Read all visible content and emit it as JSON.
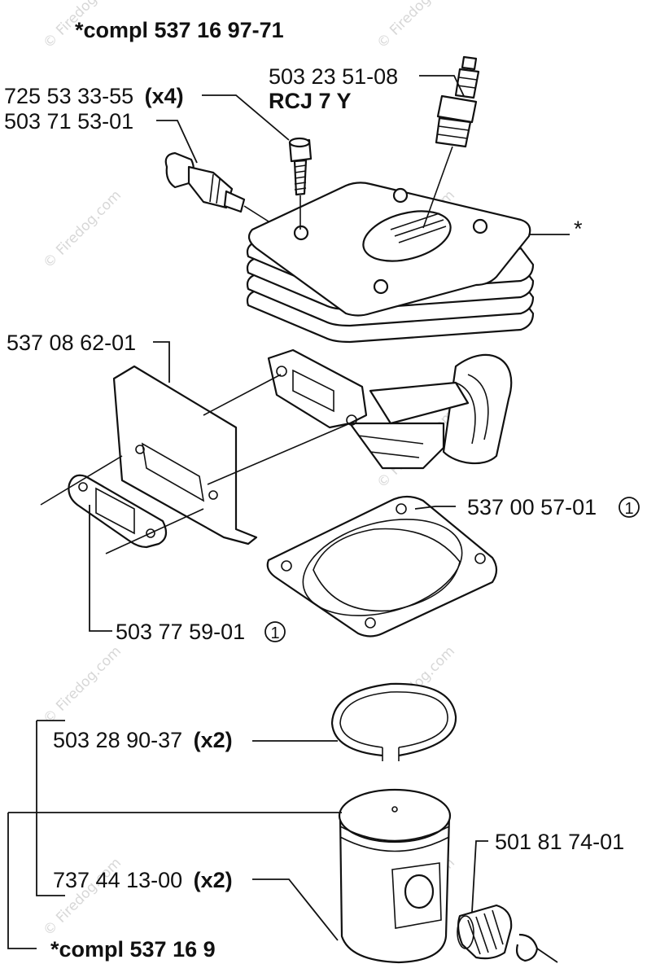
{
  "labels": {
    "cylinder_compl": "*compl 537 16 97-71",
    "screw_num": "725 53 33-55",
    "screw_qty": "(x4)",
    "decomp_valve": "503 71 53-01",
    "spark_plug": "503 23 51-08",
    "spark_plug_type": "RCJ 7 Y",
    "asterisk": "*",
    "heat_shield": "537 08 62-01",
    "base_gasket": "537 00 57-01",
    "base_gasket_note": "1",
    "muffler_gasket": "503 77 59-01",
    "muffler_gasket_note": "1",
    "piston_ring_num": "503 28 90-37",
    "piston_ring_qty": "(x2)",
    "needle_bearing": "501 81 74-01",
    "circlip_num": "737 44 13-00",
    "circlip_qty": "(x2)",
    "piston_compl": "*compl 537 16 9"
  },
  "watermark": "© Firedog.com",
  "colors": {
    "ink": "#111111",
    "watermark": "#d7d7d7",
    "background": "#ffffff"
  }
}
